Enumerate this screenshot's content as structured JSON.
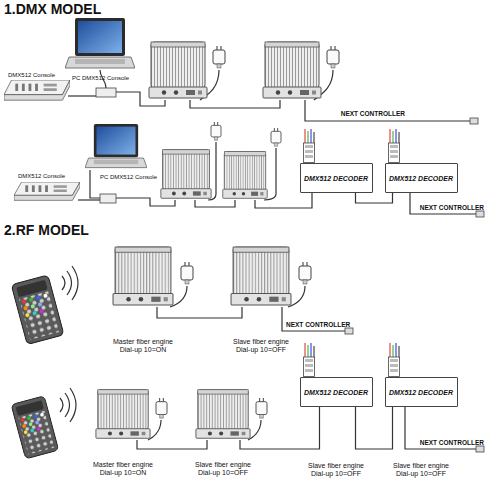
{
  "diagram": {
    "nodes": [
      {
        "text": [
          "DMX512 DECODER"
        ]
      },
      {
        "text": [
          "DMX512 DECODER"
        ]
      },
      {
        "text": [
          "Master fiber engine",
          "Dial-up 10=ON"
        ]
      },
      {
        "text": [
          "Slave fiber engine",
          "Dial-up 10=OFF"
        ]
      },
      {
        "text": [
          "Master fiber engine",
          "Dial-up 10=ON"
        ]
      },
      {
        "text": [
          "Slave fiber engine",
          "Dial-up 10=OFF"
        ]
      },
      {
        "text": [
          "DMX512 DECODER",
          "Slave fiber engine",
          "Dial-up 10=OFF"
        ]
      },
      {
        "text": [
          "DMX512 DECODER",
          "Slave fiber engine",
          "Dial-up 10=OFF"
        ]
      }
    ],
    "edges": [
      {
        "from": 0,
        "to": 1,
        "arrow": "none"
      },
      {
        "from": 2,
        "to": 3,
        "arrow": "none"
      },
      {
        "from": 4,
        "to": 5,
        "arrow": "none"
      },
      {
        "from": 5,
        "to": 6,
        "arrow": "none"
      },
      {
        "from": 6,
        "to": 7,
        "arrow": "none"
      }
    ],
    "labels": [
      "1.DMX MODEL",
      "PC DMX512 Console",
      "DMX512 Console",
      "NEXT CONTROLLER",
      "PC DMX512 Console",
      "DMX512 Console",
      "NEXT CONTROLLER",
      "2.RF MODEL",
      "NEXT CONTROLLER",
      "NEXT CONTROLLER"
    ]
  }
}
